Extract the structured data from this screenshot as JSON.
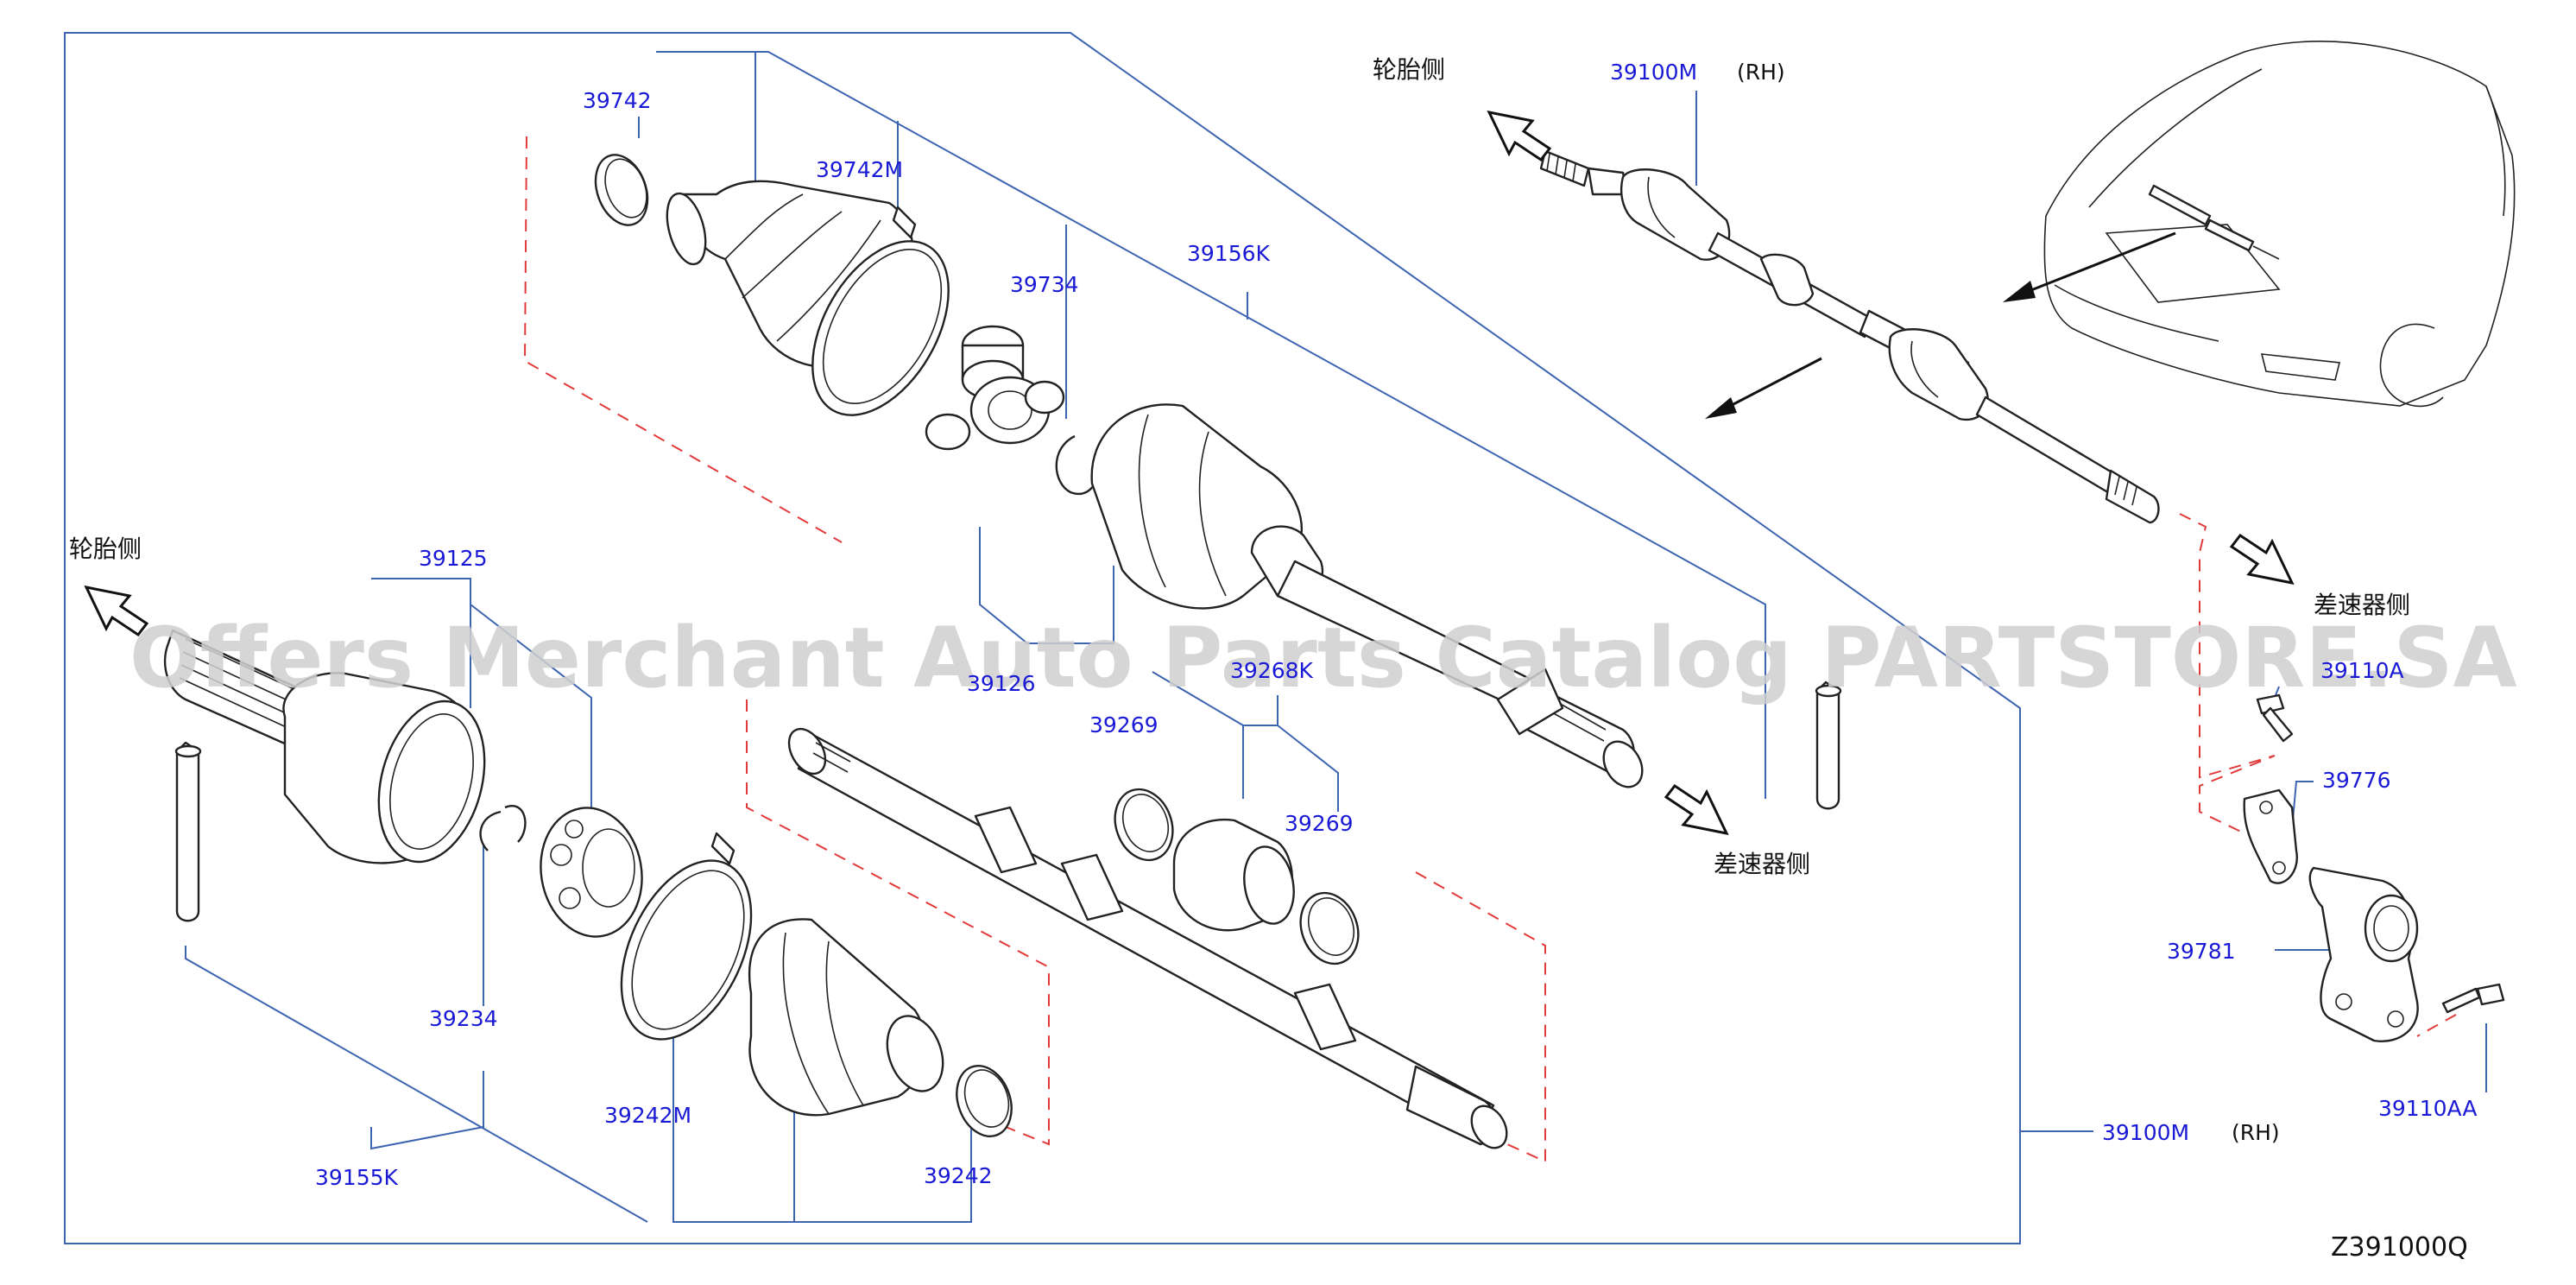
{
  "diagram": {
    "watermark": "Offers Merchant Auto Parts Catalog PARTSTORE.SA",
    "figure_code": "Z391000Q",
    "colors": {
      "part_number": "#1a1ad6",
      "leader": "#3d64b0",
      "dashed": "#e23a3a",
      "outline": "#222222"
    },
    "labels": {
      "tire_side_top": "轮胎侧",
      "tire_side_left": "轮胎侧",
      "diff_side_top": "差速器侧",
      "diff_side_mid": "差速器侧",
      "rh_top": "(RH)",
      "rh_bottom": "(RH)"
    },
    "parts": {
      "p39742": "39742",
      "p39742M": "39742M",
      "p39734": "39734",
      "p39156K": "39156K",
      "p39100M_top": "39100M",
      "p39125": "39125",
      "p39126": "39126",
      "p39268K": "39268K",
      "p39269a": "39269",
      "p39269b": "39269",
      "p39234": "39234",
      "p39242M": "39242M",
      "p39242": "39242",
      "p39155K": "39155K",
      "p39100M_bottom": "39100M",
      "p39110A": "39110A",
      "p39776": "39776",
      "p39781": "39781",
      "p39110AA": "39110AA"
    }
  }
}
